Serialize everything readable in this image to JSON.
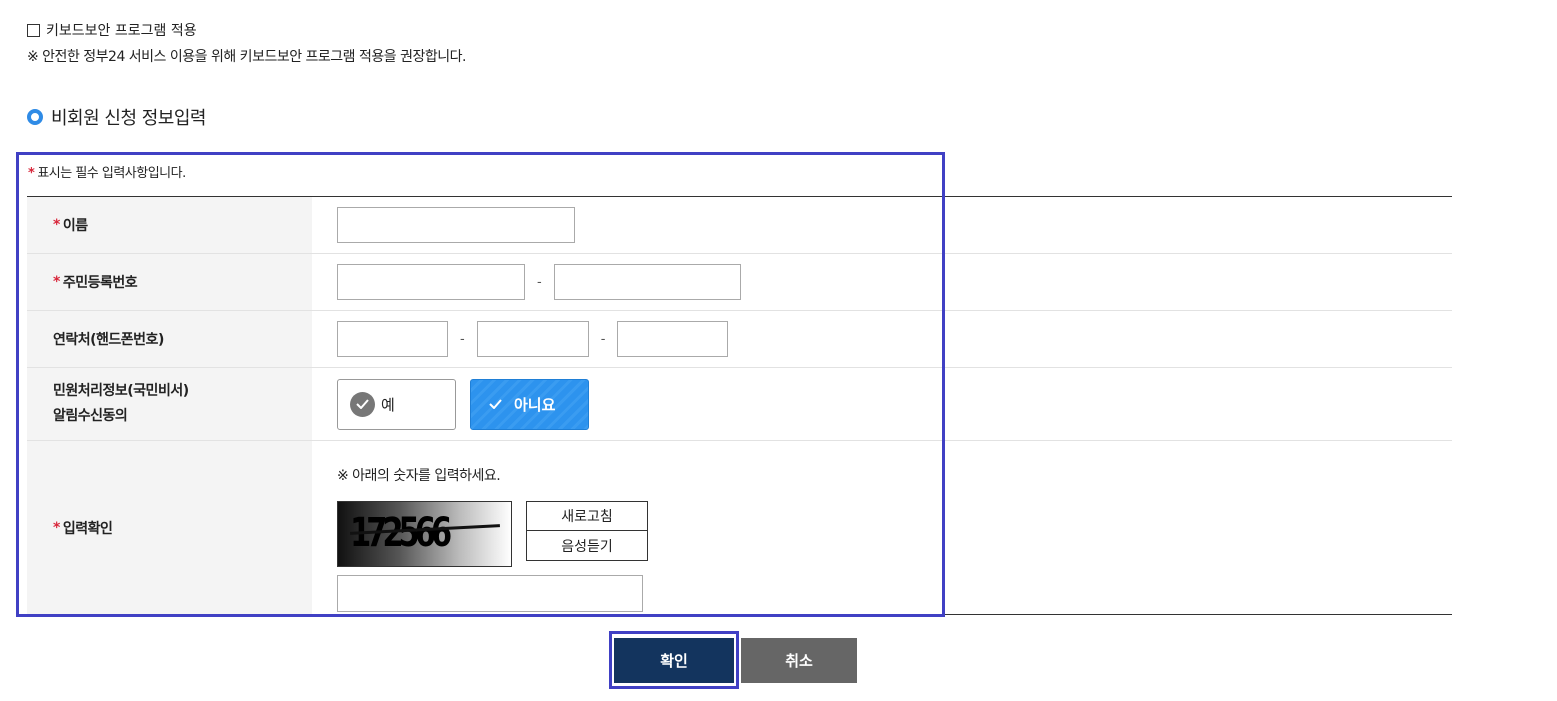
{
  "keyboard": {
    "checkbox_label": "키보드보안 프로그램 적용",
    "notice": "※ 안전한 정부24 서비스 이용을 위해 키보드보안 프로그램 적용을 권장합니다."
  },
  "section": {
    "title": "비회원 신청 정보입력"
  },
  "required_note": {
    "star": "*",
    "text": "표시는 필수 입력사항입니다."
  },
  "form": {
    "name": {
      "label": "이름",
      "required": true,
      "value": ""
    },
    "rrn": {
      "label": "주민등록번호",
      "required": true,
      "dash": "-",
      "part1": "",
      "part2": ""
    },
    "phone": {
      "label": "연락처(핸드폰번호)",
      "dash": "-",
      "part1": "",
      "part2": "",
      "part3": ""
    },
    "consent": {
      "label_line1": "민원처리정보(국민비서)",
      "label_line2": "알림수신동의",
      "yes_label": "예",
      "no_label": "아니요",
      "selected": "아니요"
    },
    "captcha": {
      "label": "입력확인",
      "required": true,
      "note": "※ 아래의 숫자를 입력하세요.",
      "image_text": "172566",
      "refresh_label": "새로고침",
      "audio_label": "음성듣기",
      "value": ""
    }
  },
  "buttons": {
    "confirm": "확인",
    "cancel": "취소"
  },
  "colors": {
    "accent_blue": "#2f8be6",
    "required_red": "#d8263a",
    "confirm_navy": "#13345e",
    "cancel_gray": "#666666",
    "highlight_outline": "#4040c4"
  }
}
